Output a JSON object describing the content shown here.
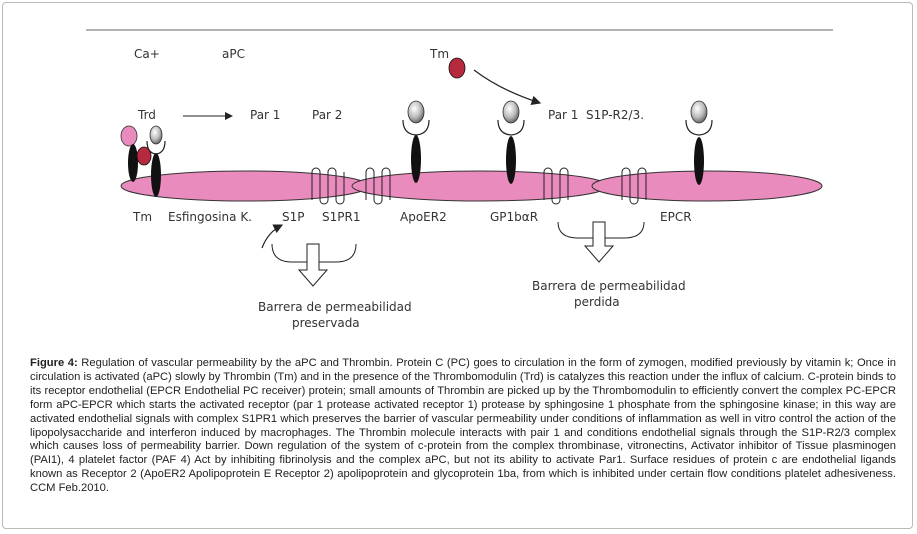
{
  "colors": {
    "membrane": "#e98bbd",
    "membrane_stroke": "#333333",
    "thrombin": "#b52a3d",
    "pink_marker": "#e98bbd",
    "black_marker": "#111111",
    "rule": "#9a9a9a"
  },
  "labels": {
    "ca": "Ca+",
    "apc": "aPC",
    "tm_top": "Tm",
    "trd": "Trd",
    "par1_left": "Par 1",
    "par2": "Par 2",
    "par1_right": "Par 1",
    "s1pr23": "S1P-R2/3.",
    "tm_bottom": "Tm",
    "esfingosina": "Esfingosina K.",
    "s1p": "S1P",
    "s1pr1": "S1PR1",
    "apoer2": "ApoER2",
    "gp1ba": "GP1bαR",
    "epcr": "EPCR",
    "barrier_preserved_1": "Barrera de permeabilidad",
    "barrier_preserved_2": "preservada",
    "barrier_lost_1": "Barrera de permeabilidad",
    "barrier_lost_2": "perdida"
  },
  "caption": {
    "label": "Figure 4:",
    "text": " Regulation of vascular permeability by the aPC and Thrombin. Protein C (PC) goes to circulation in the form of zymogen, modified previously by vitamin k; Once in circulation is activated (aPC) slowly by Thrombin (Tm) and in the presence of the Thrombomodulin (Trd) is catalyzes this reaction under the influx of calcium. C-protein binds to its receptor endothelial (EPCR Endothelial PC receiver) protein; small amounts of Thrombin are picked up by the Thrombomodulin to efficiently convert the complex PC-EPCR form aPC-EPCR which starts the activated receptor (par 1 protease activated receptor 1) protease by sphingosine 1 phosphate from the sphingosine kinase; in this way are activated endothelial signals with complex S1PR1 which preserves  the barrier of vascular permeability under conditions of inflammation as well  in vitro control the action of the lipopolysaccharide and interferon induced by  macrophages. The Thrombin molecule interacts with pair 1 and conditions endothelial signals through the S1P-R2/3 complex which causes loss of permeability barrier. Down regulation of the system of c-protein from the complex thrombinase, vitronectins, Activator inhibitor of Tissue plasminogen (PAI1), 4 platelet factor (PAF 4) Act by inhibiting fibrinolysis and the complex aPC, but not its ability to activate Par1. Surface residues of protein c are endothelial ligands known as Receptor 2 (ApoER2 Apolipoprotein E Receptor 2) apolipoprotein and glycoprotein 1ba, from which is inhibited under certain flow conditions platelet adhesiveness. CCM Feb.2010."
  }
}
